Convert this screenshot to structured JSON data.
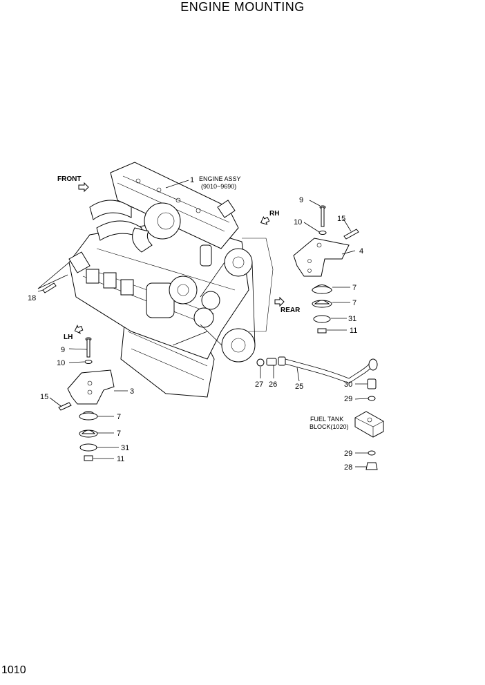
{
  "page": {
    "title": "ENGINE MOUNTING",
    "page_number": "1010"
  },
  "directions": {
    "front": "FRONT",
    "rh": "RH",
    "rear": "REAR",
    "lh": "LH"
  },
  "engine": {
    "callout": "1",
    "name": "ENGINE ASSY",
    "range": "(9010~9690)"
  },
  "fuel_tank": {
    "line1": "FUEL TANK",
    "line2": "BLOCK(1020)"
  },
  "callouts": {
    "rh_bolt": "9",
    "rh_washer": "10",
    "rh_screw": "15",
    "rh_bracket": "4",
    "rh_mount_upper": "7",
    "rh_mount_lower": "7",
    "rh_plate": "31",
    "rh_nut": "11",
    "lh_bolt": "9",
    "lh_washer": "10",
    "lh_screw": "15",
    "lh_bracket": "3",
    "lh_mount_upper": "7",
    "lh_mount_lower": "7",
    "lh_plate": "31",
    "lh_nut": "11",
    "side_screw": "18",
    "fitting_a": "27",
    "fitting_b": "26",
    "hose": "25",
    "connector": "30",
    "oring_top": "29",
    "oring_bottom": "29",
    "plug": "28"
  }
}
